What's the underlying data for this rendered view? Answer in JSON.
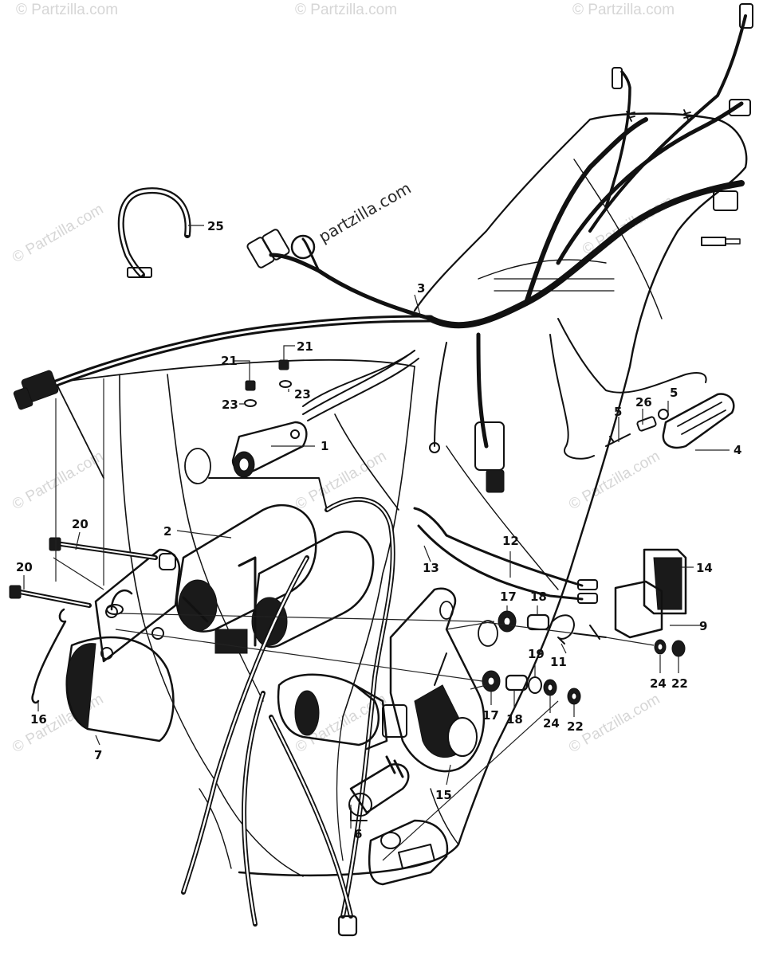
{
  "watermark": {
    "text": "© Partzilla.com",
    "center_text": "partzilla.com"
  },
  "callouts": [
    {
      "id": "c1",
      "label": "1"
    },
    {
      "id": "c2",
      "label": "2"
    },
    {
      "id": "c3",
      "label": "3"
    },
    {
      "id": "c4",
      "label": "4"
    },
    {
      "id": "c5a",
      "label": "5"
    },
    {
      "id": "c5b",
      "label": "5"
    },
    {
      "id": "c6",
      "label": "6"
    },
    {
      "id": "c7",
      "label": "7"
    },
    {
      "id": "c9",
      "label": "9"
    },
    {
      "id": "c11",
      "label": "11"
    },
    {
      "id": "c12",
      "label": "12"
    },
    {
      "id": "c13",
      "label": "13"
    },
    {
      "id": "c14",
      "label": "14"
    },
    {
      "id": "c15",
      "label": "15"
    },
    {
      "id": "c16",
      "label": "16"
    },
    {
      "id": "c17a",
      "label": "17"
    },
    {
      "id": "c17b",
      "label": "17"
    },
    {
      "id": "c18a",
      "label": "18"
    },
    {
      "id": "c18b",
      "label": "18"
    },
    {
      "id": "c19",
      "label": "19"
    },
    {
      "id": "c20a",
      "label": "20"
    },
    {
      "id": "c20b",
      "label": "20"
    },
    {
      "id": "c21a",
      "label": "21"
    },
    {
      "id": "c21b",
      "label": "21"
    },
    {
      "id": "c22a",
      "label": "22"
    },
    {
      "id": "c22b",
      "label": "22"
    },
    {
      "id": "c23a",
      "label": "23"
    },
    {
      "id": "c23b",
      "label": "23"
    },
    {
      "id": "c24a",
      "label": "24"
    },
    {
      "id": "c24b",
      "label": "24"
    },
    {
      "id": "c25",
      "label": "25"
    },
    {
      "id": "c26",
      "label": "26"
    }
  ]
}
